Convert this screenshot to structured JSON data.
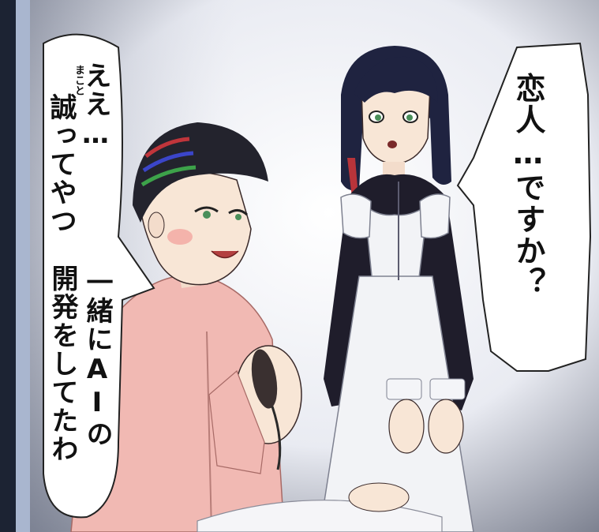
{
  "balloons": {
    "maid": {
      "line1": "恋人…ですか？"
    },
    "patient": {
      "col1": "ええ…",
      "col2": "誠ってやつ",
      "furigana": "まこと",
      "col3": "一緒にAIの",
      "col4": "開発をしてたわ"
    }
  },
  "colors": {
    "backdrop_light": "#f7f8fc",
    "backdrop_shadow": "#6b7080",
    "uniform": "#1f1d2b",
    "apron": "#f2f3f6",
    "cardigan": "#f1b9b3",
    "cap": "#23232d",
    "skin": "#f8e6d6"
  }
}
